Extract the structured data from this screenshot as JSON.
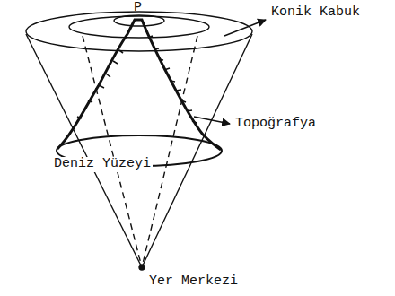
{
  "diagram": {
    "labels": [
      "P",
      "Konik Kabuk",
      "Topoğrafya",
      "Deniz Yüzeyi",
      "Yer Merkezi"
    ]
  }
}
